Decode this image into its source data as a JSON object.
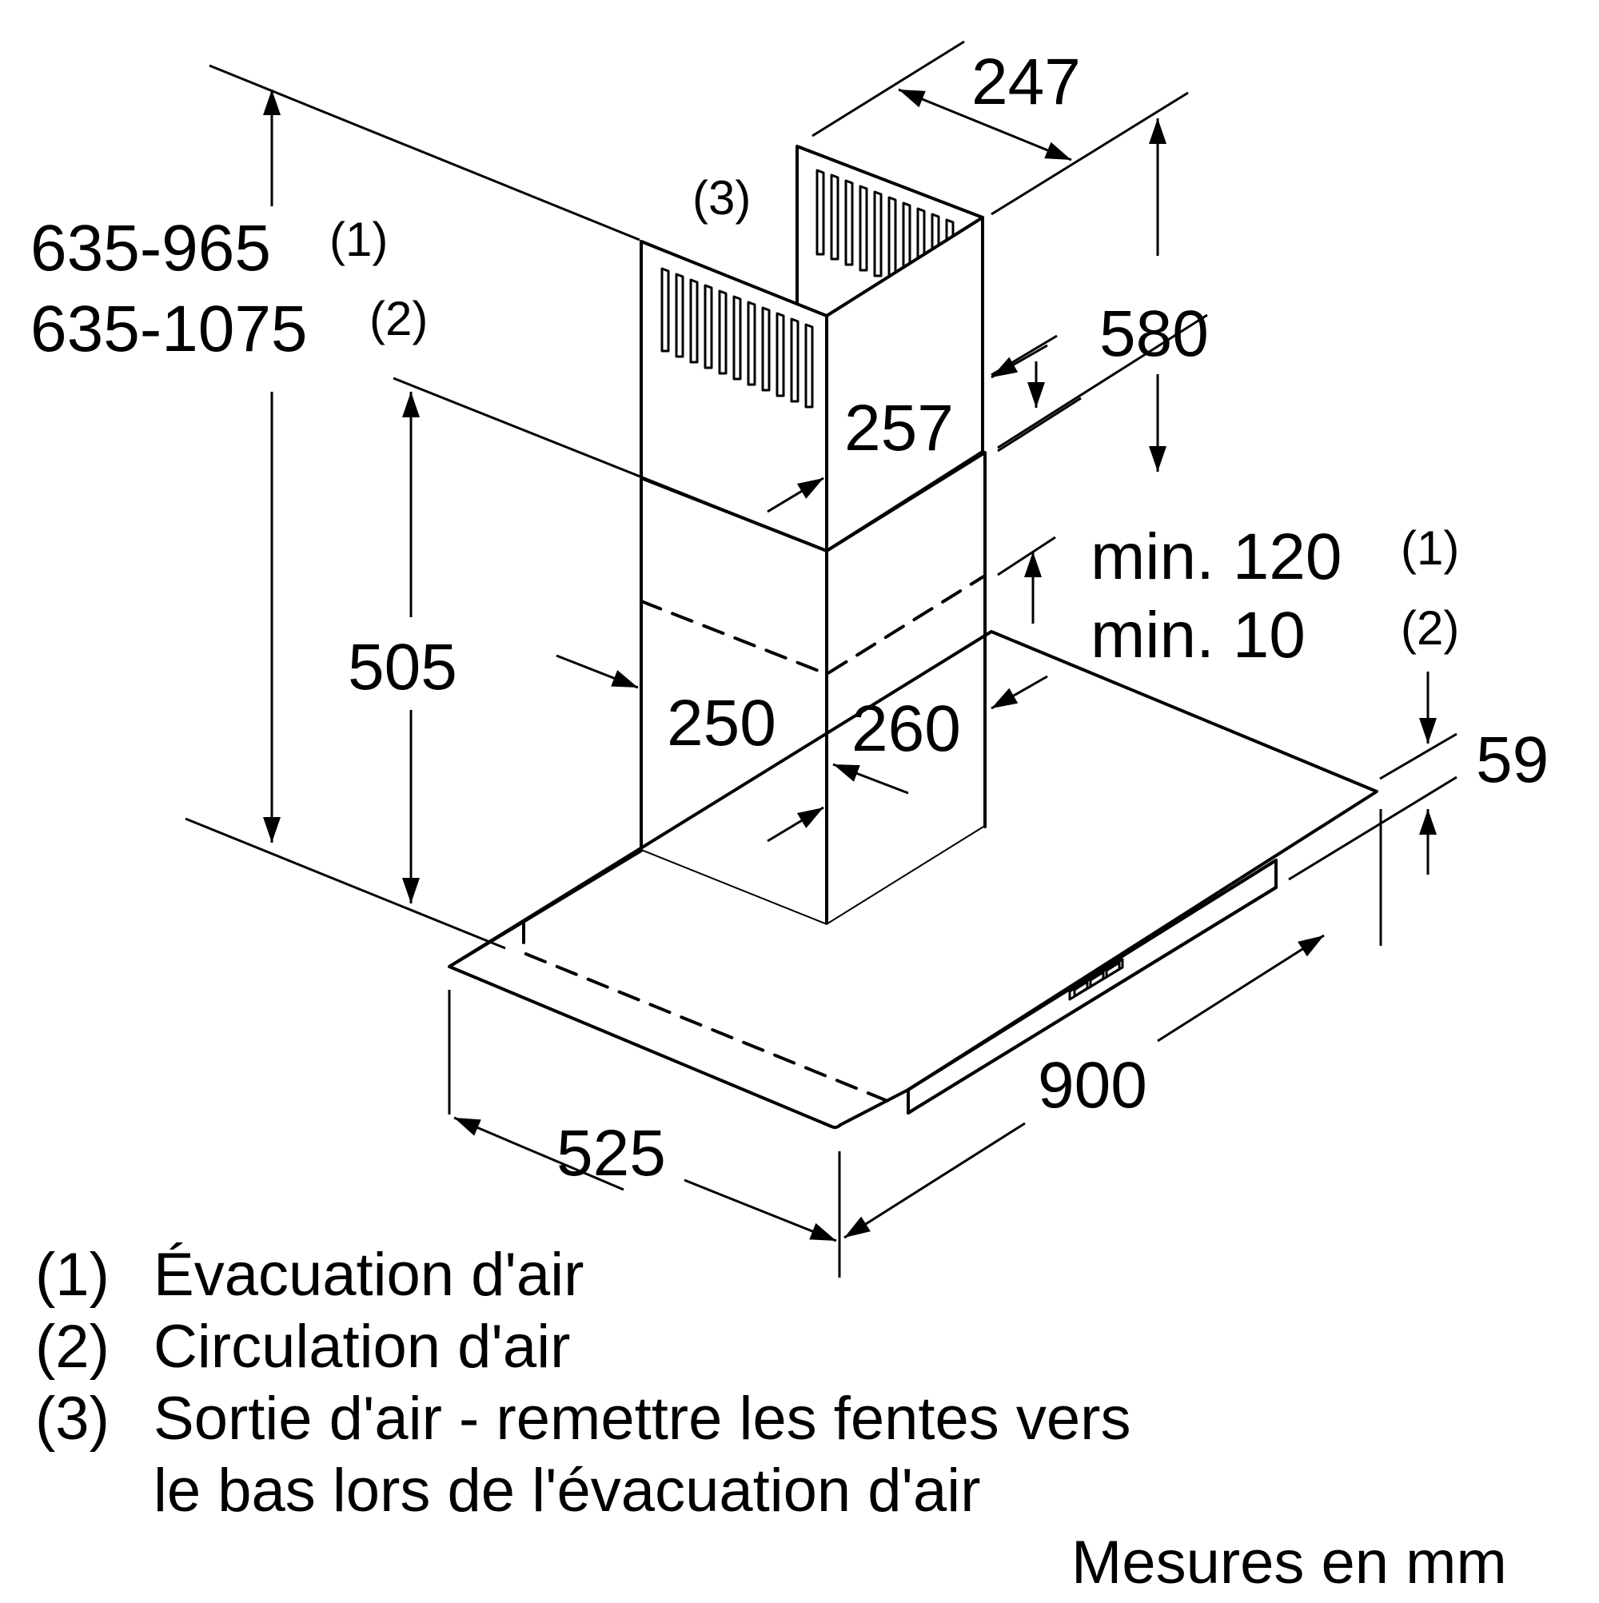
{
  "dimensions": {
    "d247": "247",
    "d580": "580",
    "d257": "257",
    "d505": "505",
    "d250": "250",
    "d260": "260",
    "d59": "59",
    "d900": "900",
    "d525": "525",
    "overall_height_1": "635-965",
    "overall_height_2": "635-1075",
    "min_120": "min. 120",
    "min_10": "min. 10"
  },
  "footnote_refs": {
    "r1": "(1)",
    "r2": "(2)",
    "r3": "(3)"
  },
  "legend": {
    "items": [
      {
        "key": "(1)",
        "text": "Évacuation d'air"
      },
      {
        "key": "(2)",
        "text": "Circulation d'air"
      },
      {
        "key": "(3)",
        "text": "Sortie d'air - remettre les fentes vers"
      }
    ],
    "continuation": "le bas lors de l'évacuation d'air"
  },
  "units_note": "Mesures en mm"
}
